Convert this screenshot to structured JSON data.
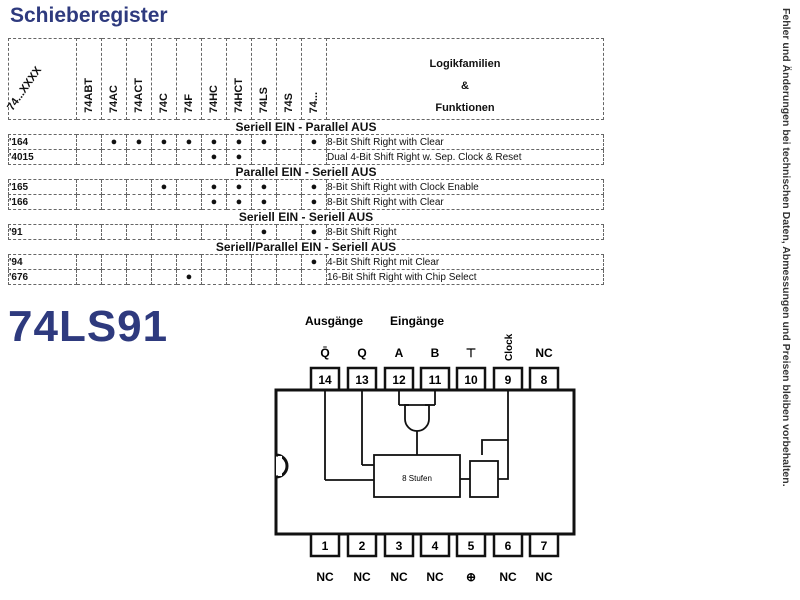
{
  "title": "Schieberegister",
  "side_note": "Fehler und Änderungen bei technischen Daten, Abmessungen und Preisen bleiben vorbehalten.",
  "table": {
    "corner_label": "74...XXXX",
    "families": [
      "74ABT",
      "74AC",
      "74ACT",
      "74C",
      "74F",
      "74HC",
      "74HCT",
      "74LS",
      "74S",
      "74..."
    ],
    "function_header": [
      "Logikfamilien",
      "&",
      "Funktionen"
    ],
    "sections": [
      {
        "title": "Seriell EIN - Parallel AUS",
        "rows": [
          {
            "code": "'164",
            "dots": [
              false,
              true,
              true,
              true,
              true,
              true,
              true,
              true,
              false,
              true
            ],
            "desc": "8-Bit Shift Right with Clear"
          },
          {
            "code": "'4015",
            "dots": [
              false,
              false,
              false,
              false,
              false,
              true,
              true,
              false,
              false,
              false
            ],
            "desc": "Dual 4-Bit Shift Right w. Sep. Clock & Reset"
          }
        ]
      },
      {
        "title": "Parallel EIN - Seriell AUS",
        "rows": [
          {
            "code": "'165",
            "dots": [
              false,
              false,
              false,
              true,
              false,
              true,
              true,
              true,
              false,
              true
            ],
            "desc": "8-Bit Shift Right with Clock Enable"
          },
          {
            "code": "'166",
            "dots": [
              false,
              false,
              false,
              false,
              false,
              true,
              true,
              true,
              false,
              true
            ],
            "desc": "8-Bit Shift Right with Clear"
          }
        ]
      },
      {
        "title": "Seriell EIN - Seriell AUS",
        "rows": [
          {
            "code": "'91",
            "dots": [
              false,
              false,
              false,
              false,
              false,
              false,
              false,
              true,
              false,
              true
            ],
            "desc": "8-Bit Shift Right"
          }
        ]
      },
      {
        "title": "Seriell/Parallel EIN - Seriell AUS",
        "rows": [
          {
            "code": "'94",
            "dots": [
              false,
              false,
              false,
              false,
              false,
              false,
              false,
              false,
              false,
              true
            ],
            "desc": "4-Bit Shift Right mit Clear"
          },
          {
            "code": "'676",
            "dots": [
              false,
              false,
              false,
              false,
              true,
              false,
              false,
              false,
              false,
              false
            ],
            "desc": "16-Bit Shift Right with Chip Select"
          }
        ]
      }
    ]
  },
  "part_number": "74LS91",
  "pinout": {
    "outputs_label": "Ausgänge",
    "inputs_label": "Eingänge",
    "register_label": "8 Stufen",
    "top_pins": [
      {
        "num": "14",
        "label": "Q̄"
      },
      {
        "num": "13",
        "label": "Q"
      },
      {
        "num": "12",
        "label": "A"
      },
      {
        "num": "11",
        "label": "B"
      },
      {
        "num": "10",
        "label": "⊤"
      },
      {
        "num": "9",
        "label": "Clock"
      },
      {
        "num": "8",
        "label": "NC"
      }
    ],
    "bottom_pins": [
      {
        "num": "1",
        "label": "NC"
      },
      {
        "num": "2",
        "label": "NC"
      },
      {
        "num": "3",
        "label": "NC"
      },
      {
        "num": "4",
        "label": "NC"
      },
      {
        "num": "5",
        "label": "⊕"
      },
      {
        "num": "6",
        "label": "NC"
      },
      {
        "num": "7",
        "label": "NC"
      }
    ]
  }
}
